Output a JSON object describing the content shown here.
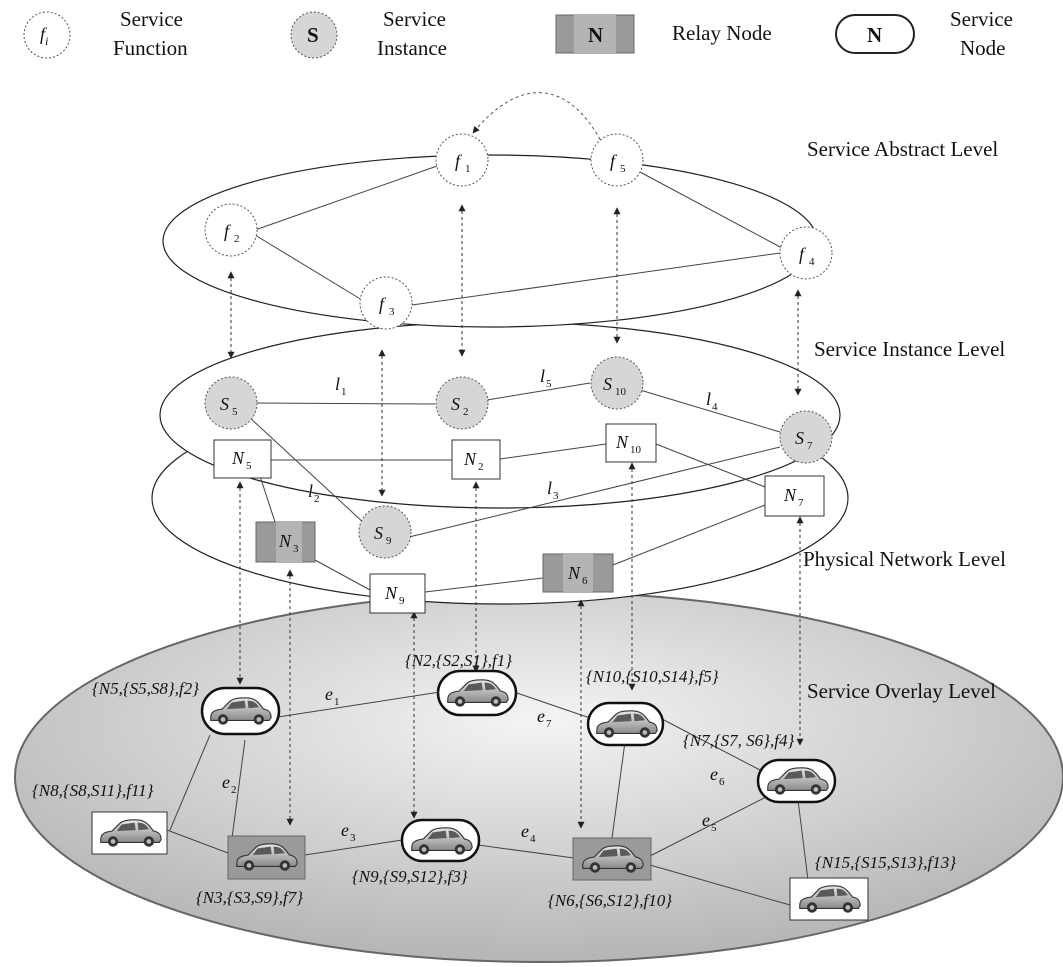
{
  "legend": {
    "function_symbol": "f_i",
    "function_label_1": "Service",
    "function_label_2": "Function",
    "instance_symbol": "S",
    "instance_label_1": "Service",
    "instance_label_2": "Instance",
    "relay_symbol": "N",
    "relay_label": "Relay Node",
    "service_node_symbol": "N",
    "service_node_label_1": "Service",
    "service_node_label_2": "Node"
  },
  "levels": {
    "abstract": "Service Abstract Level",
    "instance": "Service Instance Level",
    "physical": "Physical Network Level",
    "overlay": "Service Overlay Level"
  },
  "functions": [
    {
      "id": "f1",
      "base": "f",
      "sub": "1"
    },
    {
      "id": "f2",
      "base": "f",
      "sub": "2"
    },
    {
      "id": "f3",
      "base": "f",
      "sub": "3"
    },
    {
      "id": "f4",
      "base": "f",
      "sub": "4"
    },
    {
      "id": "f5",
      "base": "f",
      "sub": "5"
    }
  ],
  "instances": [
    {
      "id": "S5",
      "base": "S",
      "sub": "5"
    },
    {
      "id": "S2",
      "base": "S",
      "sub": "2"
    },
    {
      "id": "S10",
      "base": "S",
      "sub": "10"
    },
    {
      "id": "S7",
      "base": "S",
      "sub": "7"
    },
    {
      "id": "S9",
      "base": "S",
      "sub": "9"
    }
  ],
  "instance_links": [
    {
      "base": "l",
      "sub": "1"
    },
    {
      "base": "l",
      "sub": "5"
    },
    {
      "base": "l",
      "sub": "4"
    },
    {
      "base": "l",
      "sub": "2"
    },
    {
      "base": "l",
      "sub": "3"
    }
  ],
  "physical_nodes": [
    {
      "id": "N5",
      "base": "N",
      "sub": "5",
      "type": "service"
    },
    {
      "id": "N2",
      "base": "N",
      "sub": "2",
      "type": "service"
    },
    {
      "id": "N10",
      "base": "N",
      "sub": "10",
      "type": "service"
    },
    {
      "id": "N7",
      "base": "N",
      "sub": "7",
      "type": "service"
    },
    {
      "id": "N3",
      "base": "N",
      "sub": "3",
      "type": "relay"
    },
    {
      "id": "N9",
      "base": "N",
      "sub": "9",
      "type": "service"
    },
    {
      "id": "N6",
      "base": "N",
      "sub": "6",
      "type": "relay"
    }
  ],
  "overlay_annotations": [
    "{N5,{S5,S8},f2}",
    "{N2,{S2,S1},f1}",
    "{N10,{S10,S14},f5}",
    "{N7,{S7, S6},f4}",
    "{N8,{S8,S11},f11}",
    "{N3,{S3,S9},f7}",
    "{N9,{S9,S12},f3}",
    "{N6,{S6,S12},f10}",
    "{N15,{S15,S13},f13}"
  ],
  "overlay_edges": [
    {
      "base": "e",
      "sub": "1"
    },
    {
      "base": "e",
      "sub": "7"
    },
    {
      "base": "e",
      "sub": "6"
    },
    {
      "base": "e",
      "sub": "2"
    },
    {
      "base": "e",
      "sub": "3"
    },
    {
      "base": "e",
      "sub": "4"
    },
    {
      "base": "e",
      "sub": "5"
    }
  ],
  "colors": {
    "function_fill": "#ffffff",
    "instance_fill": "#d6d6d6",
    "relay_fill": "#9a9a9a",
    "relay_inner": "#b4b4b4",
    "overlay_fill": "#cccccc",
    "line": "#444444"
  }
}
